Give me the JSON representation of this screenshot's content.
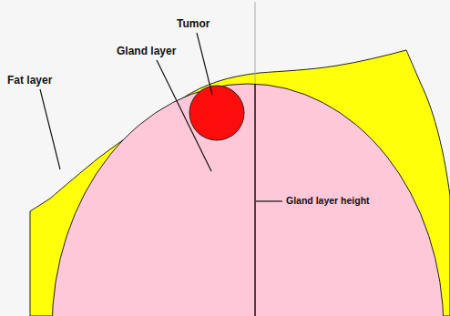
{
  "diagram": {
    "labels": [
      "Tumor",
      "Gland layer",
      "Fat layer",
      "Gland layer height"
    ]
  }
}
